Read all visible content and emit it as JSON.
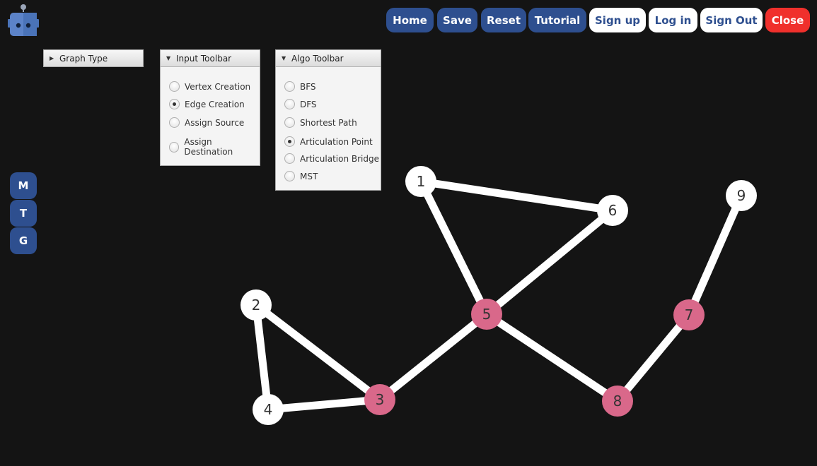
{
  "header": {
    "buttons": [
      {
        "label": "Home",
        "style": "blue"
      },
      {
        "label": "Save",
        "style": "blue"
      },
      {
        "label": "Reset",
        "style": "blue"
      },
      {
        "label": "Tutorial",
        "style": "blue"
      },
      {
        "label": "Sign up",
        "style": "white"
      },
      {
        "label": "Log in",
        "style": "white"
      },
      {
        "label": "Sign Out",
        "style": "white"
      },
      {
        "label": "Close",
        "style": "red"
      }
    ]
  },
  "side_buttons": [
    "M",
    "T",
    "G"
  ],
  "panels": {
    "graph_type": {
      "title": "Graph Type",
      "expanded": false
    },
    "input_toolbar": {
      "title": "Input Toolbar",
      "options": [
        "Vertex Creation",
        "Edge Creation",
        "Assign Source",
        "Assign Destination"
      ],
      "selected": "Edge Creation"
    },
    "algo_toolbar": {
      "title": "Algo Toolbar",
      "options": [
        "BFS",
        "DFS",
        "Shortest Path",
        "Articulation Point",
        "Articulation Bridge",
        "MST"
      ],
      "selected": "Articulation Point"
    }
  },
  "graph": {
    "nodes": [
      {
        "id": "1",
        "highlighted": false
      },
      {
        "id": "2",
        "highlighted": false
      },
      {
        "id": "3",
        "highlighted": true
      },
      {
        "id": "4",
        "highlighted": false
      },
      {
        "id": "5",
        "highlighted": true
      },
      {
        "id": "6",
        "highlighted": false
      },
      {
        "id": "7",
        "highlighted": true
      },
      {
        "id": "8",
        "highlighted": true
      },
      {
        "id": "9",
        "highlighted": false
      }
    ],
    "edges": [
      [
        "1",
        "6"
      ],
      [
        "1",
        "5"
      ],
      [
        "6",
        "5"
      ],
      [
        "2",
        "3"
      ],
      [
        "2",
        "4"
      ],
      [
        "4",
        "3"
      ],
      [
        "3",
        "5"
      ],
      [
        "5",
        "8"
      ],
      [
        "8",
        "7"
      ],
      [
        "7",
        "9"
      ]
    ]
  },
  "colors": {
    "background": "#141414",
    "primary_button": "#2e4f8f",
    "close_button": "#f0302c",
    "articulation_node": "#d9688a",
    "node": "#ffffff",
    "edge": "#ffffff"
  }
}
